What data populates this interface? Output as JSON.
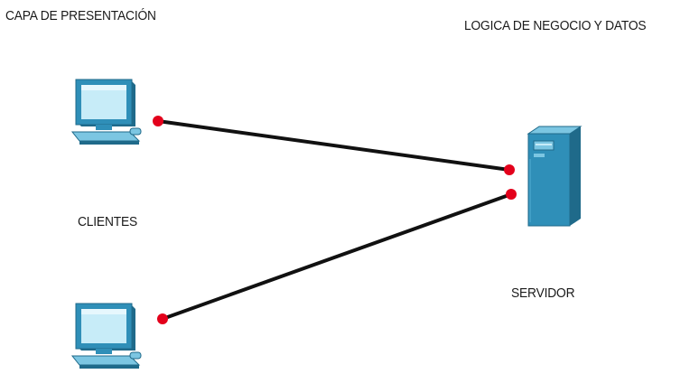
{
  "labels": {
    "presentation_layer": "CAPA DE PRESENTACIÓN",
    "business_data_layer": "LOGICA DE NEGOCIO Y DATOS",
    "clients": "CLIENTES",
    "server": "SERVIDOR"
  },
  "nodes": [
    {
      "id": "client-1",
      "type": "pc"
    },
    {
      "id": "client-2",
      "type": "pc"
    },
    {
      "id": "server",
      "type": "server"
    }
  ],
  "links": [
    {
      "from": "client-1",
      "to": "server"
    },
    {
      "from": "client-2",
      "to": "server"
    }
  ],
  "colors": {
    "link": "#111111",
    "port": "#e3001b",
    "device_body": "#2f8fb8",
    "device_light": "#7cc6e2",
    "device_dark": "#1f6a8a",
    "screen": "#c7ecf8"
  }
}
